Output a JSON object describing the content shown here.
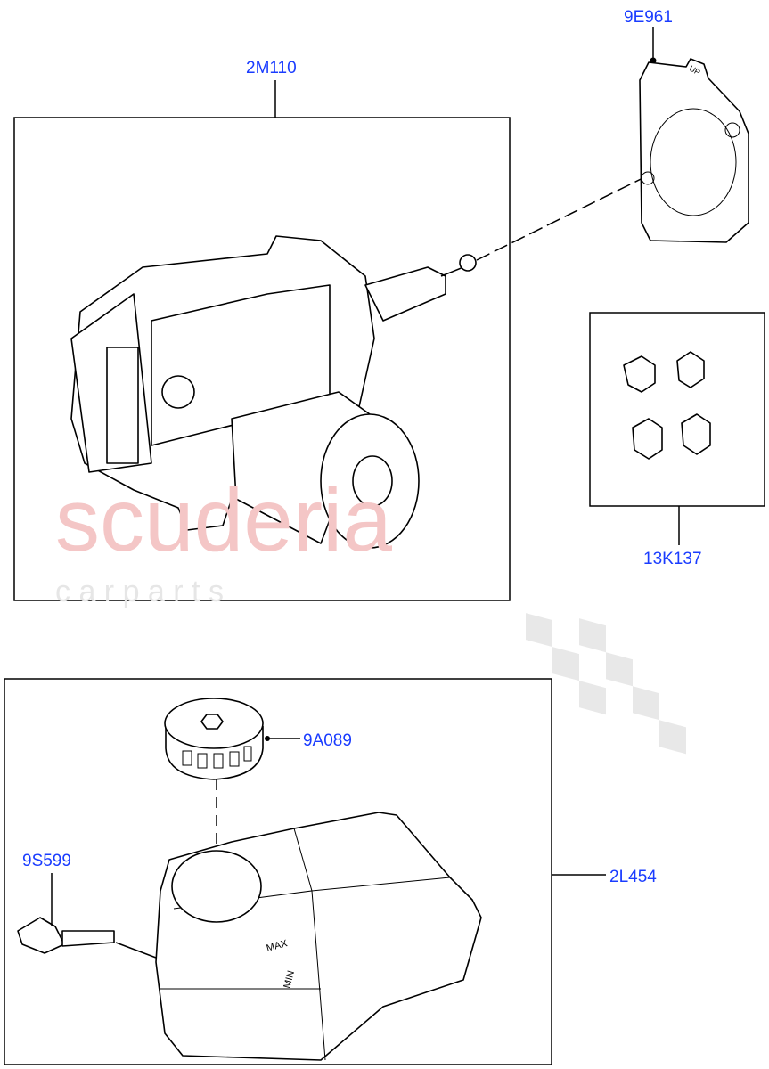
{
  "watermark": {
    "line1": "scuderia",
    "line2": "c a r   p a r t s"
  },
  "callouts": {
    "abs_module": "2M110",
    "gasket": "9E961",
    "bolts": "13K137",
    "cap": "9A089",
    "sensor": "9S599",
    "reservoir": "2L454"
  },
  "part_markings": {
    "gasket_up": "UP",
    "reservoir_max": "MAX",
    "reservoir_min": "MIN"
  },
  "colors": {
    "callout": "#1a3cff",
    "watermark": "#f4c6c6"
  }
}
